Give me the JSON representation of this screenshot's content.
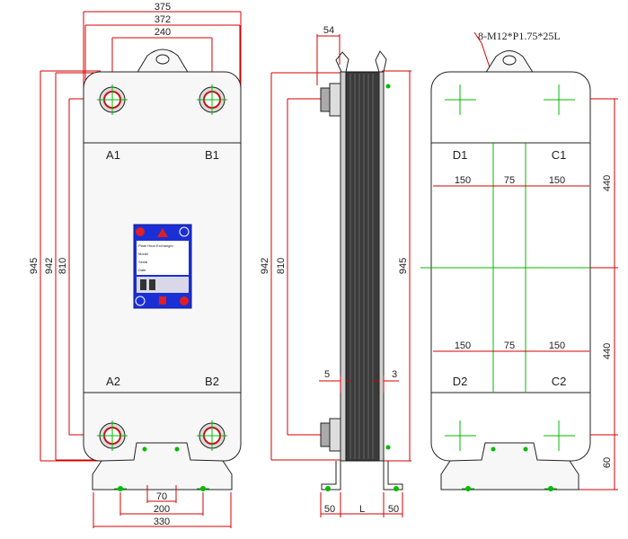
{
  "front_view": {
    "dims_top": [
      "375",
      "372",
      "240"
    ],
    "dims_left": [
      "945",
      "942",
      "810"
    ],
    "dims_bottom": [
      "70",
      "200",
      "330"
    ],
    "ports": [
      "A1",
      "B1",
      "A2",
      "B2"
    ],
    "nameplate_lines": [
      "Plate Heat Exchanger",
      "Model",
      "Serial",
      "Date"
    ]
  },
  "side_view": {
    "dim_top": "54",
    "dims_left": [
      "942",
      "810"
    ],
    "dim_right": "945",
    "dim_gap_left": "5",
    "dim_gap_right": "3",
    "dims_bottom": [
      "50",
      "L",
      "50"
    ]
  },
  "rear_view": {
    "bolt_note": "8-M12*P1.75*25L",
    "ports": [
      "D1",
      "C1",
      "D2",
      "C2"
    ],
    "dims_upper": [
      "150",
      "75",
      "150"
    ],
    "dims_lower": [
      "150",
      "75",
      "150"
    ],
    "dims_right": [
      "440",
      "440",
      "60"
    ]
  },
  "colors": {
    "dimension_line": "#d40000",
    "center_line": "#00bb00",
    "outline": "#222222",
    "nameplate_blue": "#1b2fd6",
    "nameplate_red": "#e02020"
  }
}
